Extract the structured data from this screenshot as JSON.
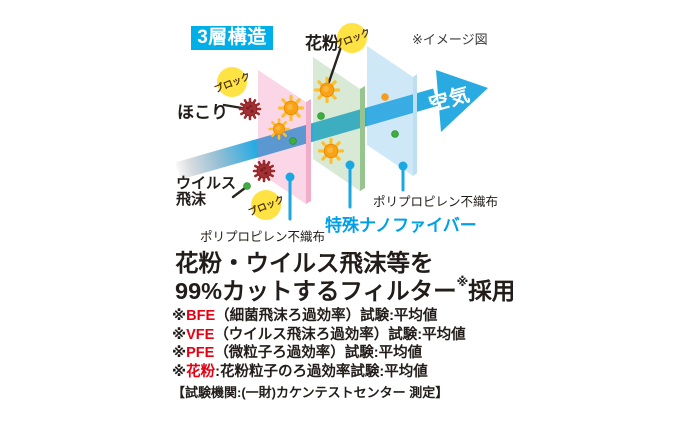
{
  "header": {
    "badge": "3層構造",
    "note": "※イメージ図"
  },
  "diagram": {
    "block_label": "ブロック",
    "pollen_label": "花粉",
    "dust_label": "ほこり",
    "virus_label_line1": "ウイルス",
    "virus_label_line2": "飛沫",
    "air_label": "空気",
    "layer_front_label": "ポリプロピレン不織布",
    "layer_middle_label": "特殊ナノファイバー",
    "layer_back_label": "ポリプロピレン不織布",
    "colors": {
      "accent_blue": "#00aee8",
      "arrow_blue": "#29abe2",
      "nano_blue": "#00a0e9",
      "block_yellow": "#ffe345",
      "layer_pink": "#f8d7e6",
      "layer_green": "#ddecd6",
      "layer_blue": "#d9edf9",
      "virus_red": "#a03032",
      "pollen_orange": "#f7a315",
      "dot_green": "#3fae3f",
      "note_red": "#e60012"
    }
  },
  "copy": {
    "headline_line1": "花粉・ウイルス飛沫等を",
    "headline_line2_main": "99%カットするフィルター",
    "headline_line2_sup": "※",
    "headline_line2_tail": "採用",
    "notes": [
      {
        "mark": "※",
        "term": "BFE",
        "desc": "（細菌飛沫ろ過効率）試験:平均値"
      },
      {
        "mark": "※",
        "term": "VFE",
        "desc": "（ウイルス飛沫ろ過効率）試験:平均値"
      },
      {
        "mark": "※",
        "term": "PFE",
        "desc": "（微粒子ろ過効率）試験:平均値"
      },
      {
        "mark": "※",
        "term": "花粉",
        "desc": ":花粉粒子のろ過効率試験:平均値"
      }
    ],
    "agency": "【試験機関:(一財)カケンテストセンター 測定】"
  }
}
